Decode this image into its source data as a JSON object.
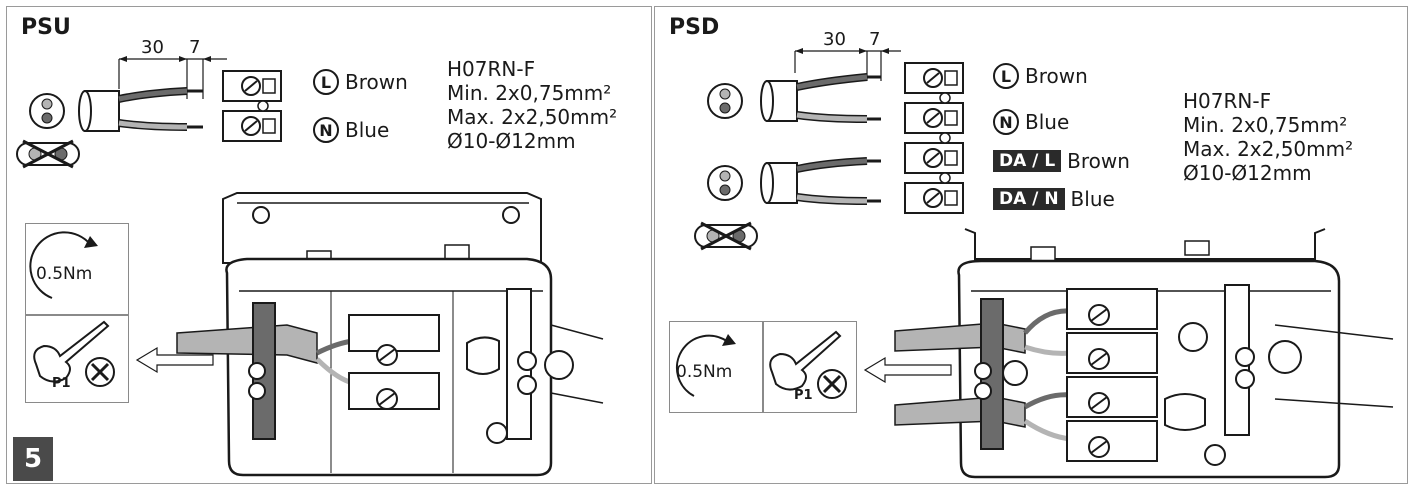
{
  "step_number": "5",
  "psu": {
    "title": "PSU",
    "dim_strip": "30",
    "dim_end": "7",
    "wire_l_letter": "L",
    "wire_l_color": "Brown",
    "wire_n_letter": "N",
    "wire_n_color": "Blue",
    "spec": [
      "H07RN-F",
      "Min.  2x0,75mm²",
      "Max. 2x2,50mm²",
      "Ø10-Ø12mm"
    ],
    "torque": "0.5Nm",
    "screwdriver": "P1"
  },
  "psd": {
    "title": "PSD",
    "dim_strip": "30",
    "dim_end": "7",
    "wire_l_letter": "L",
    "wire_l_color": "Brown",
    "wire_n_letter": "N",
    "wire_n_color": "Blue",
    "wire_dal_label": "DA / L",
    "wire_dal_color": "Brown",
    "wire_dan_label": "DA / N",
    "wire_dan_color": "Blue",
    "spec": [
      "H07RN-F",
      "Min.  2x0,75mm²",
      "Max. 2x2,50mm²",
      "Ø10-Ø12mm"
    ],
    "torque": "0.5Nm",
    "screwdriver": "P1"
  },
  "colors": {
    "brown_wire": "#6b6b6b",
    "blue_wire": "#b4b4b4",
    "badge_bg": "#4a4a4a",
    "da_bg": "#2a2a2a"
  }
}
